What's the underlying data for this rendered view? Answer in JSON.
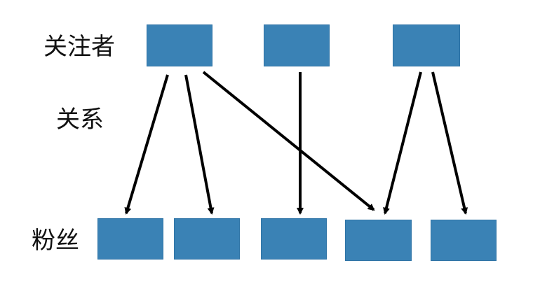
{
  "labels": {
    "followers": "关注者",
    "relation": "关系",
    "fans": "粉丝"
  },
  "colors": {
    "node_fill": "#3a82b5",
    "edge": "#000000",
    "text": "#111111"
  },
  "followers": [
    "f1",
    "f2",
    "f3"
  ],
  "fans": [
    "t1",
    "t2",
    "t3",
    "t4",
    "t5"
  ],
  "edges": [
    {
      "from": "f1",
      "to": "t1"
    },
    {
      "from": "f1",
      "to": "t2"
    },
    {
      "from": "f1",
      "to": "t4"
    },
    {
      "from": "f2",
      "to": "t3"
    },
    {
      "from": "f3",
      "to": "t4"
    },
    {
      "from": "f3",
      "to": "t5"
    }
  ]
}
